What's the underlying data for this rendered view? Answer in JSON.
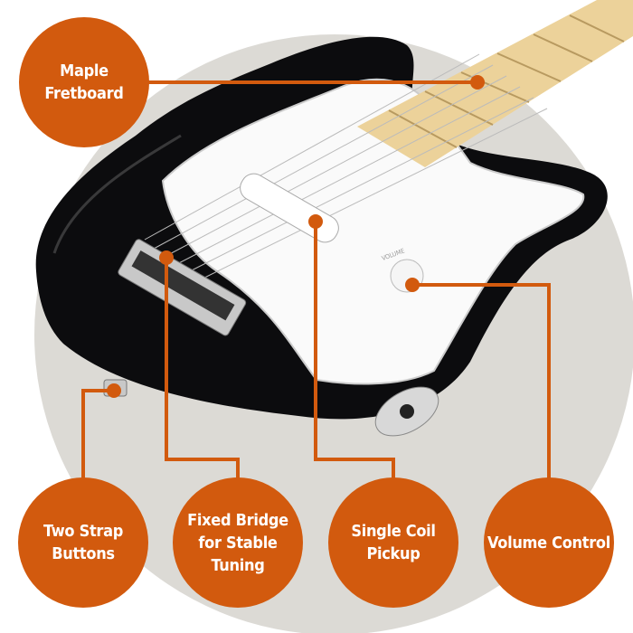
{
  "callouts": {
    "maple_fretboard": "Maple Fretboard",
    "strap_buttons": "Two Strap Buttons",
    "fixed_bridge": "Fixed Bridge for Stable Tuning",
    "pickup": "Single Coil Pickup",
    "volume": "Volume Control"
  },
  "knob_label": "VOLUME",
  "colors": {
    "accent": "#d25a0e",
    "backdrop": "#dcdad5",
    "body": "#0c0c0e",
    "pickguard": "#ffffff",
    "fretboard": "#ecd29a"
  }
}
